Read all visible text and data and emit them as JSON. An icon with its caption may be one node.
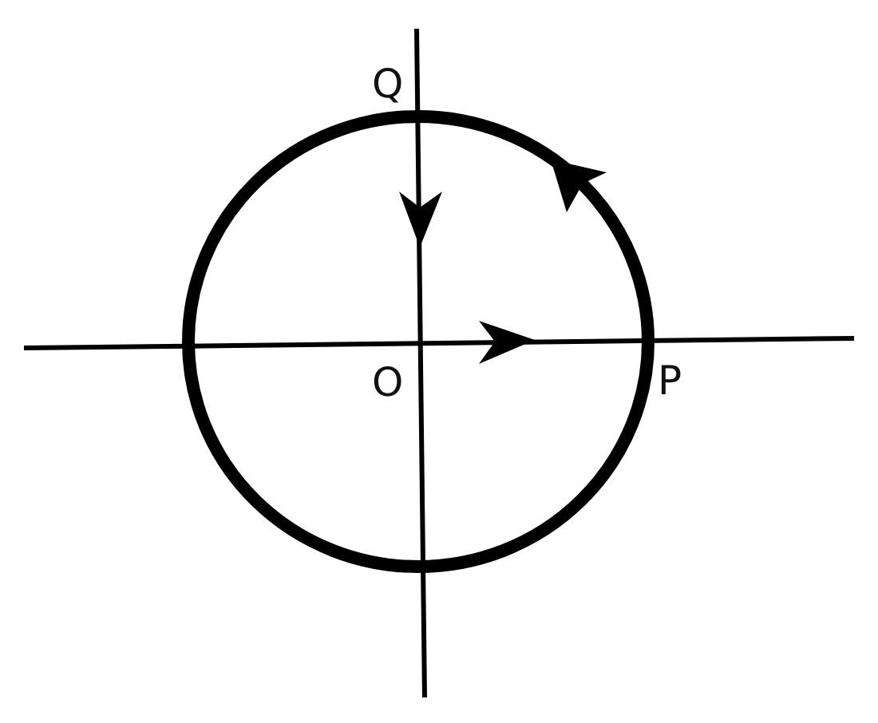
{
  "diagram": {
    "labels": [
      "Q",
      "O",
      "P"
    ]
  }
}
